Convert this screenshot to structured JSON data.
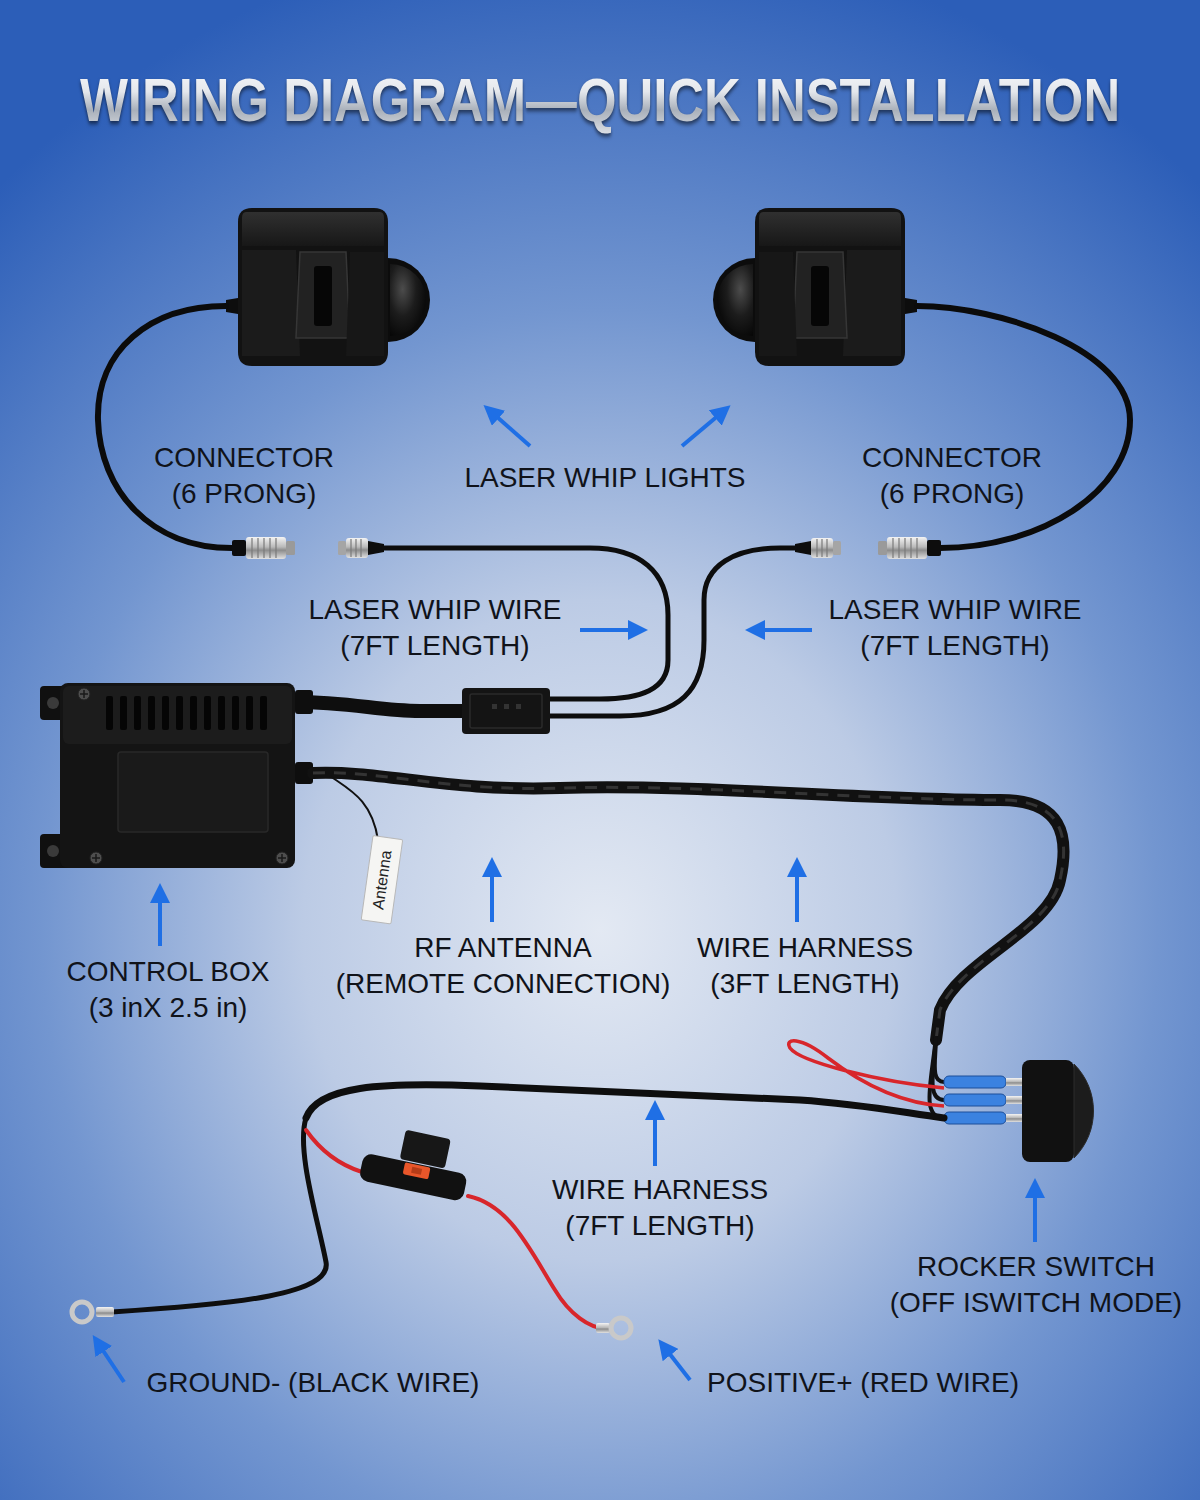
{
  "diagram": {
    "title": "WIRING DIAGRAM—QUICK INSTALLATION",
    "nodes": [
      {
        "text": [
          "Antenna"
        ]
      }
    ],
    "labels": [
      "CONNECTOR (6 PRONG)",
      "LASER WHIP LIGHTS",
      "CONNECTOR (6 PRONG)",
      "LASER WHIP WIRE (7FT LENGTH)",
      "LASER WHIP WIRE (7FT LENGTH)",
      "CONTROL BOX (3 inX 2.5 in)",
      "RF ANTENNA (REMOTE CONNECTION)",
      "WIRE HARNESS (3FT LENGTH)",
      "WIRE HARNESS (7FT LENGTH)",
      "ROCKER SWITCH (OFF ISWITCH MODE)",
      "GROUND- (BLACK WIRE)",
      "POSITIVE+ (RED WIRE)"
    ]
  }
}
